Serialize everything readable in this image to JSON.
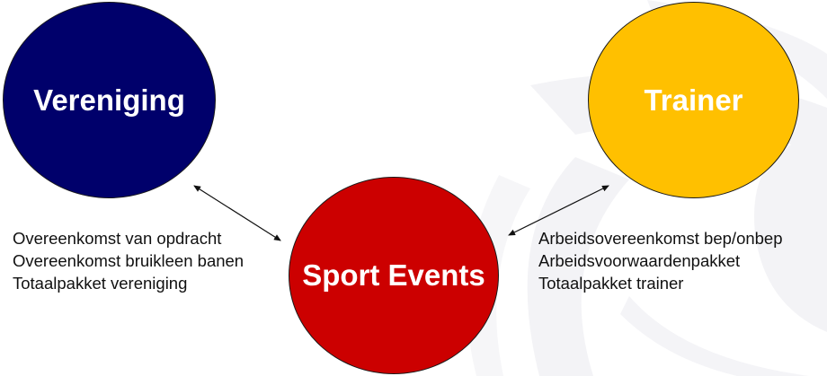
{
  "diagram": {
    "nodes": {
      "vereniging": {
        "label": "Vereniging",
        "color": "#00006b"
      },
      "trainer": {
        "label": "Trainer",
        "color": "#ffc000"
      },
      "sport_events": {
        "label": "Sport Events",
        "color": "#cc0000"
      }
    },
    "relations": {
      "vereniging_sport_events": {
        "from": "Vereniging",
        "to": "Sport Events",
        "direction": "bidirectional",
        "items": [
          "Overeenkomst van opdracht",
          "Overeenkomst bruikleen banen",
          "Totaalpakket vereniging"
        ]
      },
      "trainer_sport_events": {
        "from": "Trainer",
        "to": "Sport Events",
        "direction": "bidirectional",
        "items": [
          "Arbeidsovereenkomst bep/onbep",
          "Arbeidsvoorwaardenpakket",
          "Totaalpakket trainer"
        ]
      }
    }
  }
}
